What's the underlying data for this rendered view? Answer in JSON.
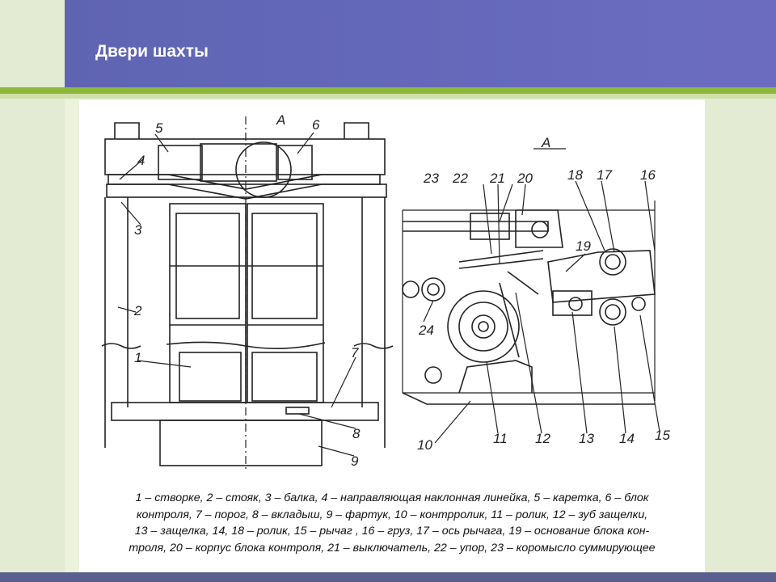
{
  "slide": {
    "title": "Двери шахты"
  },
  "diagram": {
    "view_label": "А",
    "detail_label": "А",
    "left_labels": [
      "1",
      "2",
      "3",
      "4",
      "5",
      "6",
      "7",
      "8",
      "9"
    ],
    "right_labels": [
      "10",
      "11",
      "12",
      "13",
      "14",
      "15",
      "16",
      "17",
      "18",
      "19",
      "20",
      "21",
      "22",
      "23",
      "24"
    ]
  },
  "caption": {
    "lines": [
      "1 – створке, 2 – стояк, 3 – балка, 4 – направляющая наклонная линейка, 5 – каретка, 6 – блок",
      "контроля, 7 – порог, 8 – вкладыш, 9 – фартук, 10 – контрролик, 11 – ролик, 12 – зуб защелки,",
      "13 – защелка, 14, 18 – ролик, 15 – рычаг , 16 – груз, 17 – ось рычага, 19 – основание блока кон-",
      "троля, 20 – корпус блока контроля, 21 – выключатель, 22 – упор, 23 – коромысло суммирующее"
    ]
  },
  "colors": {
    "header": "#6366b8",
    "accent_stripe": "#8fb83a",
    "background": "#ecf2dc"
  }
}
